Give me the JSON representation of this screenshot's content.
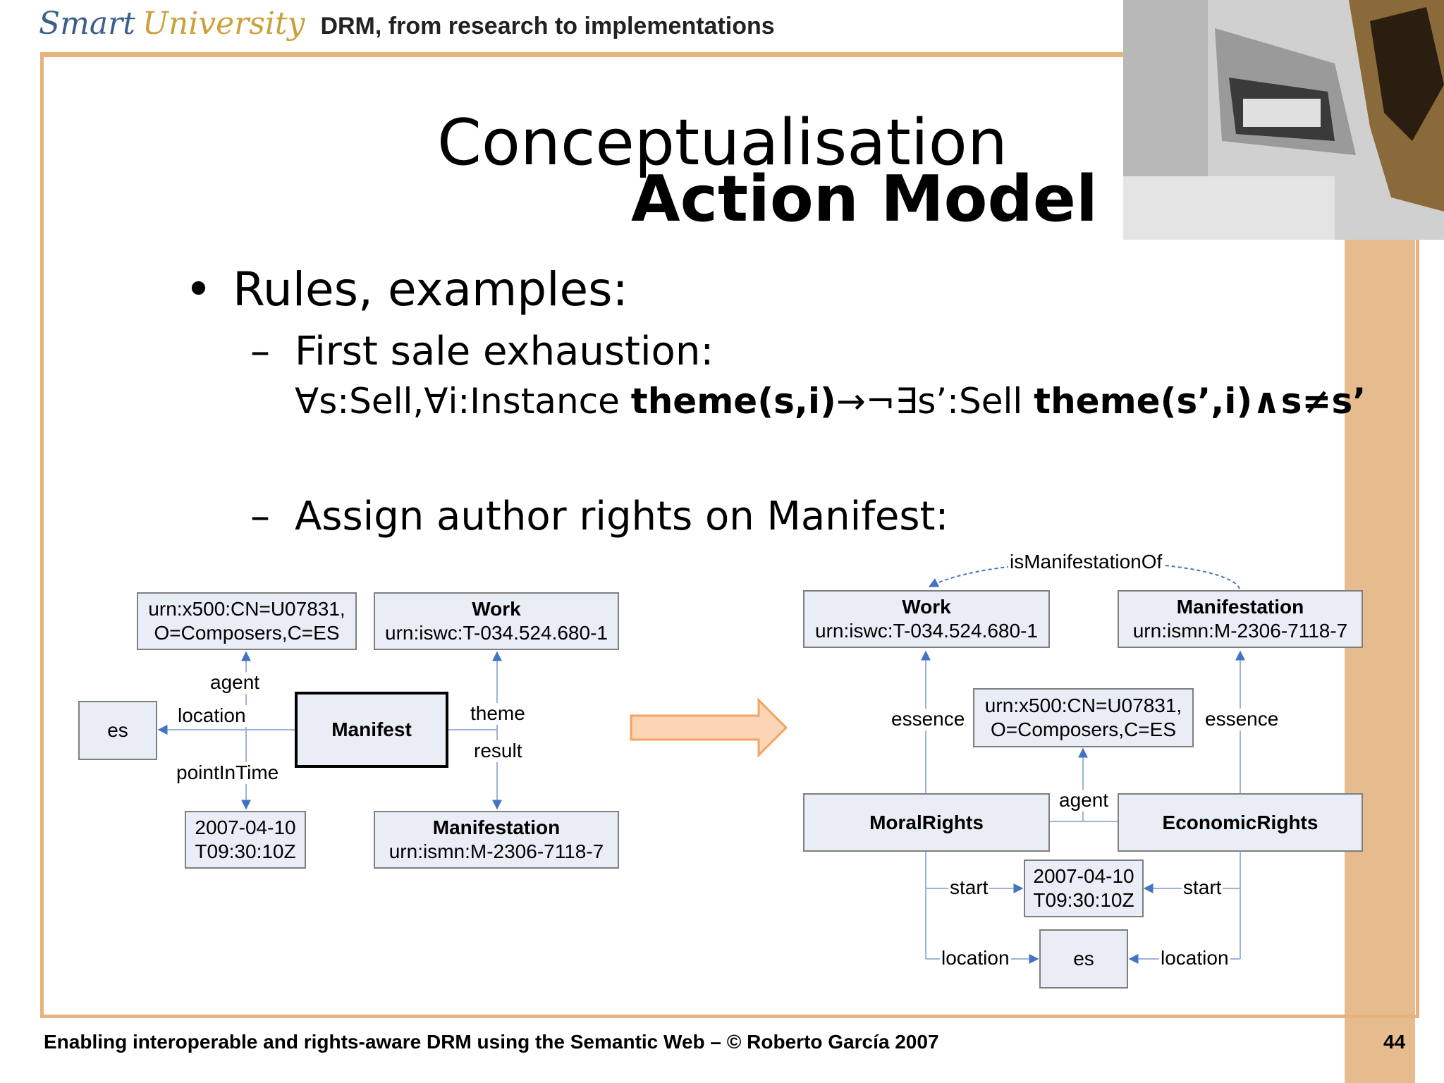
{
  "header": {
    "logo_word1": "Smart",
    "logo_word2": "University",
    "tagline": "DRM, from research to implementations"
  },
  "title": {
    "line1": "Conceptualisation",
    "line2": "Action Model"
  },
  "body": {
    "bullet": "Rules, examples:",
    "sub1": "First sale exhaustion:",
    "formula": {
      "p1": "∀s:Sell,∀i:Instance ",
      "p2": "theme(s,i)",
      "p3": "→¬∃s’:Sell ",
      "p4": "theme(s’,i)∧s≠s’"
    },
    "sub2": "Assign author rights on Manifest:"
  },
  "left_diagram": {
    "agent_box": {
      "line1": "urn:x500:CN=U07831,",
      "line2": "O=Composers,C=ES"
    },
    "work_box": {
      "title": "Work",
      "urn": "urn:iswc:T-034.524.680-1"
    },
    "es_box": "es",
    "manifest_box": "Manifest",
    "time_box": {
      "line1": "2007-04-10",
      "line2": "T09:30:10Z"
    },
    "manifestation_box": {
      "title": "Manifestation",
      "urn": "urn:ismn:M-2306-7118-7"
    },
    "labels": {
      "agent": "agent",
      "location": "location",
      "pointInTime": "pointInTime",
      "theme": "theme",
      "result": "result"
    }
  },
  "right_diagram": {
    "work_box": {
      "title": "Work",
      "urn": "urn:iswc:T-034.524.680-1"
    },
    "manifestation_box": {
      "title": "Manifestation",
      "urn": "urn:ismn:M-2306-7118-7"
    },
    "agent_box": {
      "line1": "urn:x500:CN=U07831,",
      "line2": "O=Composers,C=ES"
    },
    "moral_box": "MoralRights",
    "economic_box": "EconomicRights",
    "time_box": {
      "line1": "2007-04-10",
      "line2": "T09:30:10Z"
    },
    "es_box": "es",
    "labels": {
      "isManifestationOf": "isManifestationOf",
      "essence_left": "essence",
      "essence_right": "essence",
      "agent": "agent",
      "start_left": "start",
      "start_right": "start",
      "location_left": "location",
      "location_right": "location"
    }
  },
  "footer": {
    "text": "Enabling interoperable and rights-aware DRM using the Semantic Web – © Roberto García 2007",
    "page": "44"
  },
  "colors": {
    "frame": "#e8b27d",
    "box_fill": "#e9edf6",
    "arrow": "#4472c4",
    "big_arrow_fill": "#fbd5b5",
    "big_arrow_stroke": "#f4a460"
  }
}
